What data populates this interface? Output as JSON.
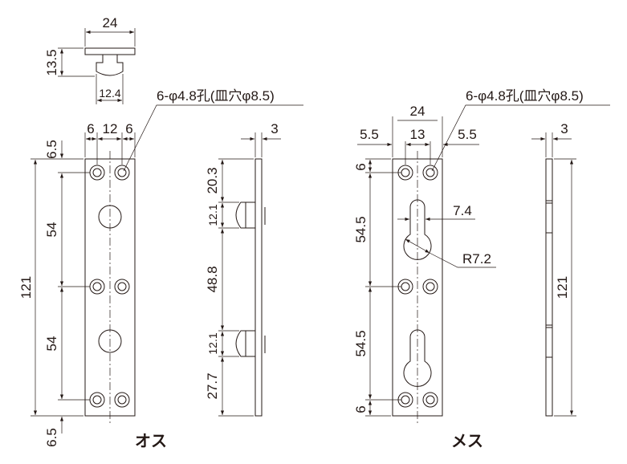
{
  "top_view": {
    "width": "24",
    "height": "13.5",
    "knob": "12.4"
  },
  "hole_note": "6-φ4.8孔(皿穴φ8.5)",
  "male": {
    "label": "オス",
    "pitch": [
      "6",
      "12",
      "6"
    ],
    "top": "6.5",
    "total": "121",
    "gap1": "54",
    "gap2": "54",
    "bottom": "6.5",
    "side": {
      "thick": "3",
      "d1": "20.3",
      "d2": "12.1",
      "d3": "48.8",
      "d4": "12.1",
      "d5": "27.7"
    }
  },
  "female": {
    "label": "メス",
    "width": "24",
    "pitch": [
      "5.5",
      "13",
      "5.5"
    ],
    "top": "6",
    "gap1": "54.5",
    "gap2": "54.5",
    "bottom": "6",
    "slot": "7.4",
    "radius": "R7.2",
    "side": {
      "thick": "3",
      "total": "121"
    }
  }
}
